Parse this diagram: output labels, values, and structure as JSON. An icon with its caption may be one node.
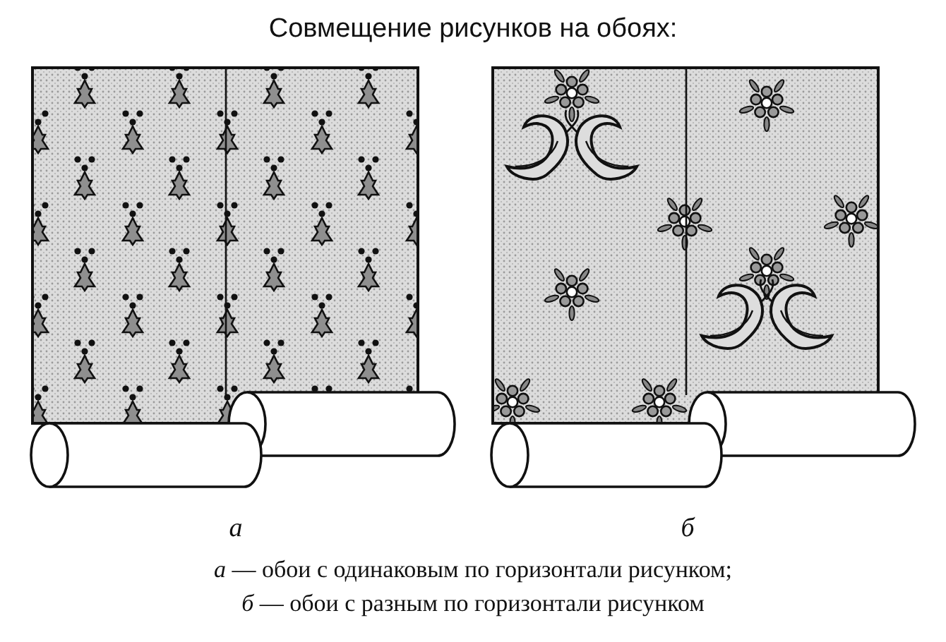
{
  "diagram": {
    "title": "Совмещение рисунков на обоях:",
    "labels": [
      "а",
      "б",
      "*а* — обои с одинаковым по горизонтали рисунком;",
      "*б* — обои с разным по горизонтали рисунком"
    ]
  }
}
